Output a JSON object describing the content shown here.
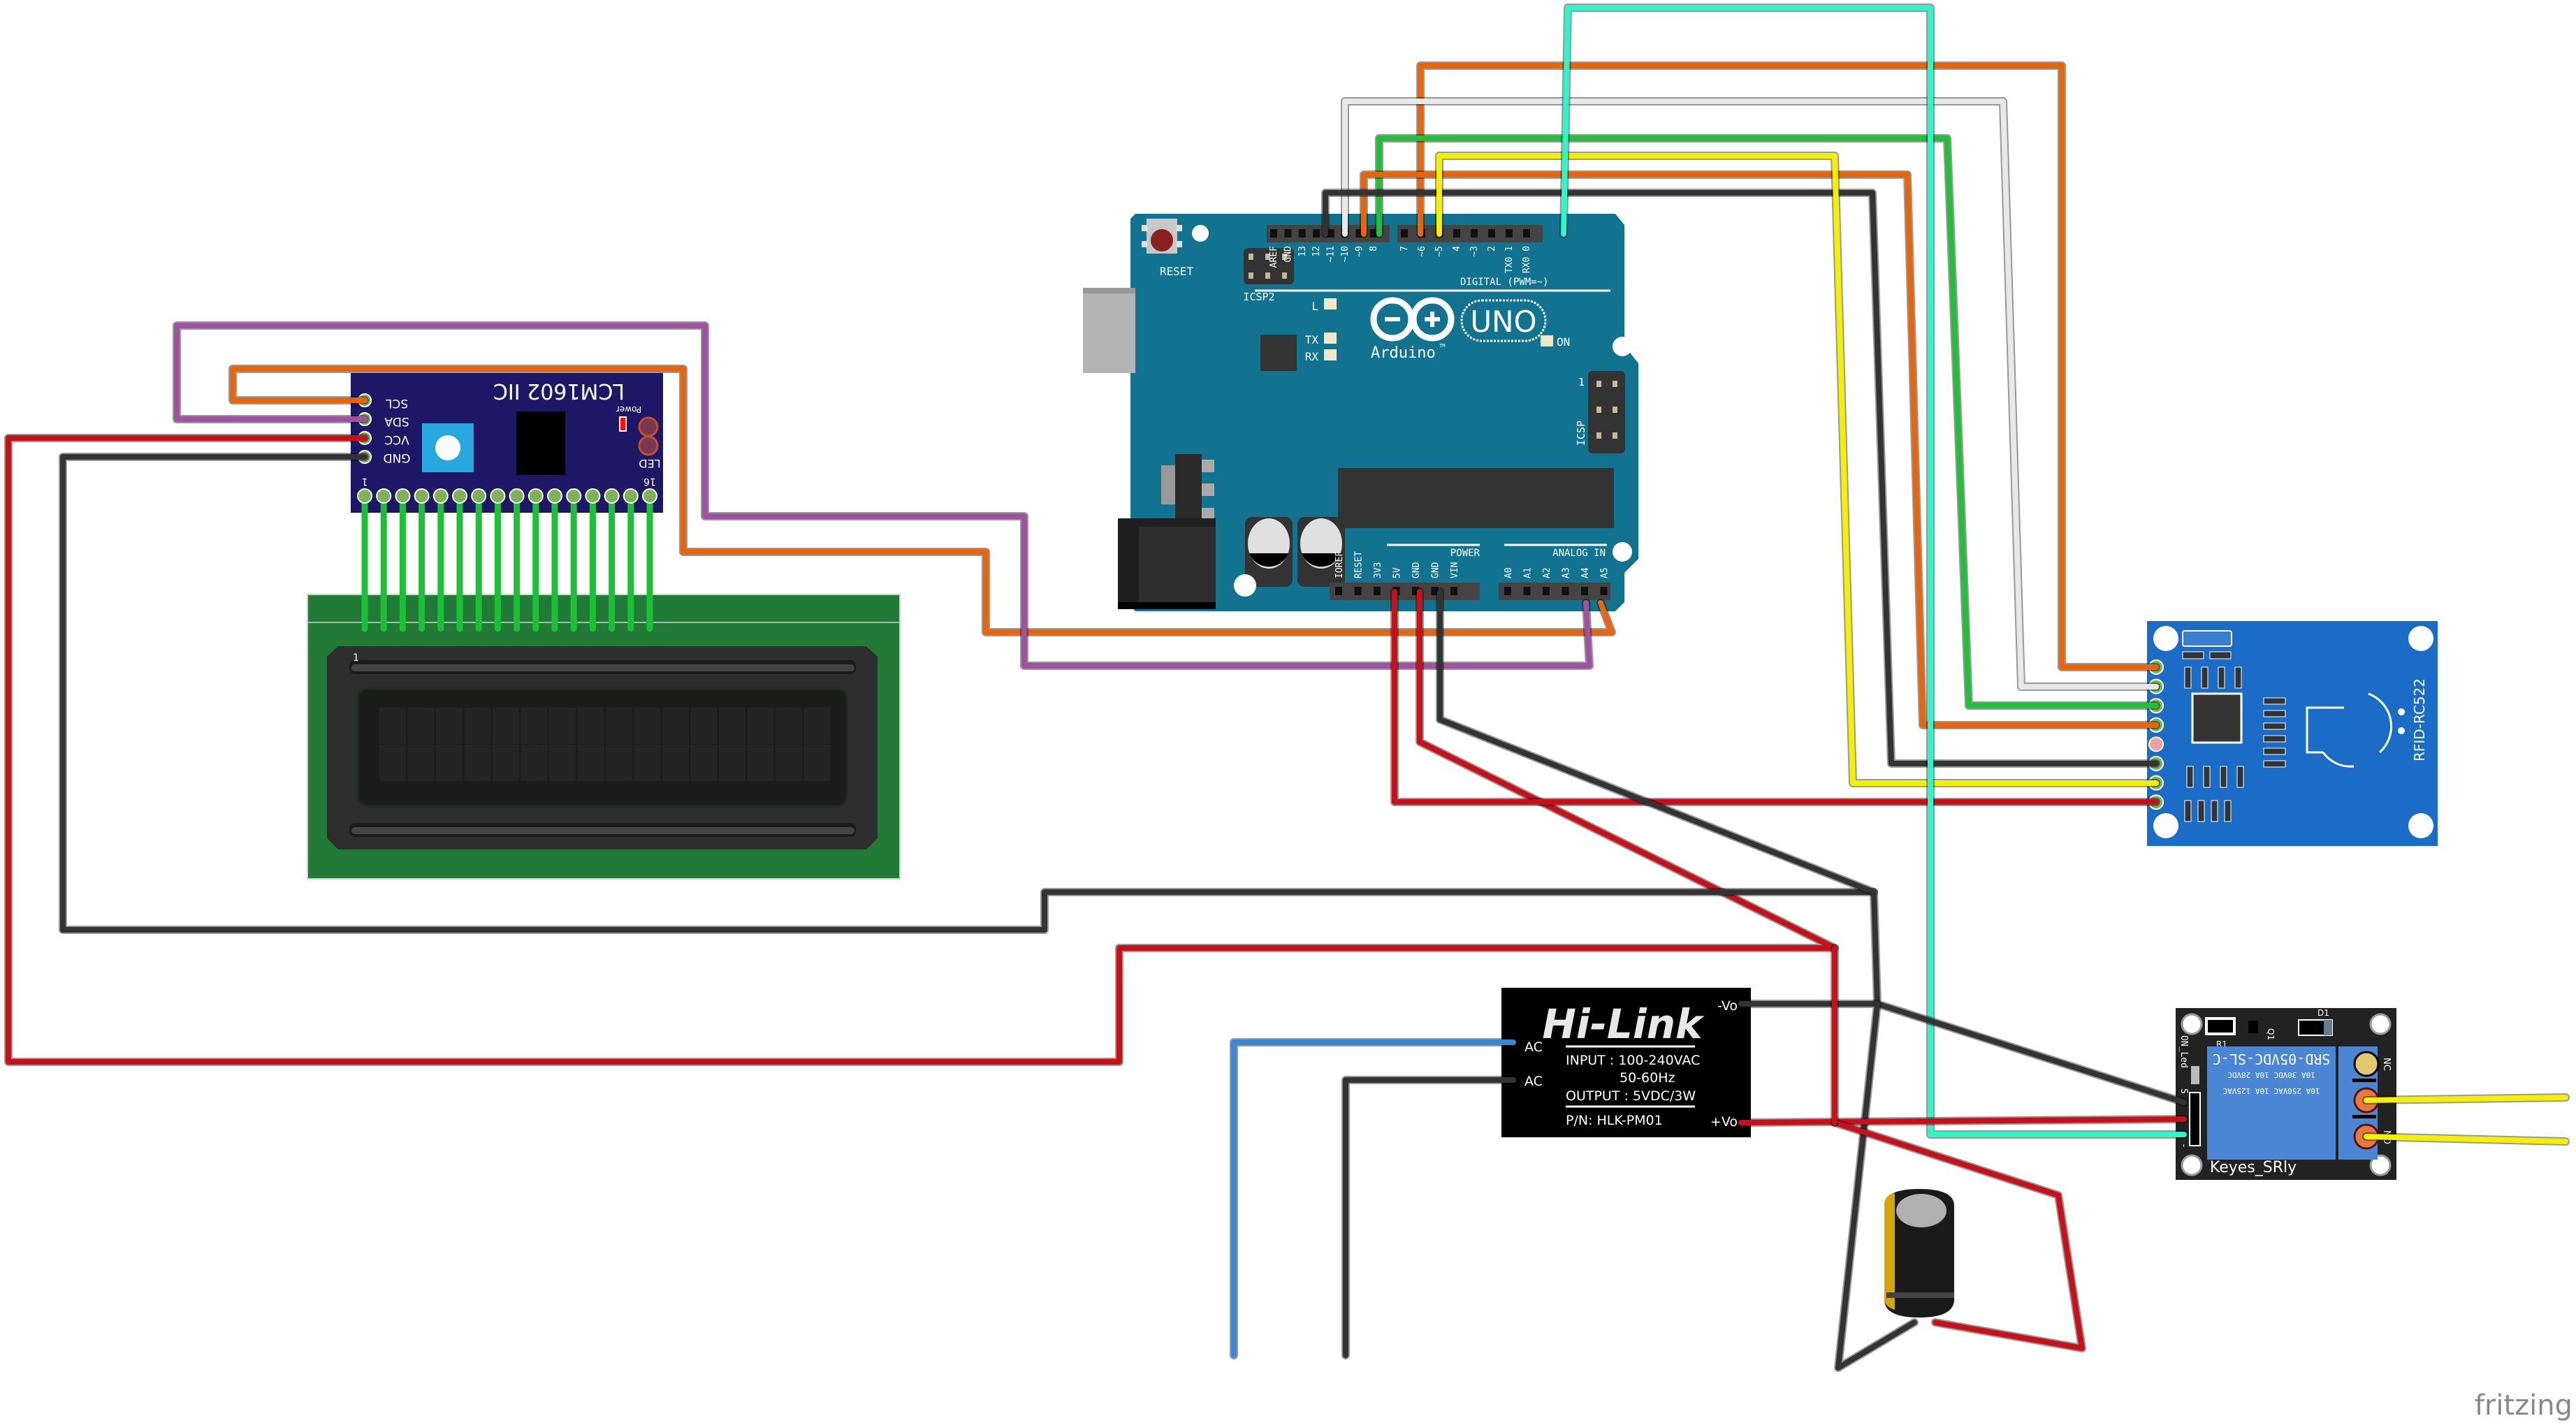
{
  "app": {
    "watermark": "fritzing"
  },
  "components": {
    "arduino": {
      "name": "Arduino UNO",
      "logo_text": "Arduino",
      "tm": "TM",
      "model": "UNO",
      "reset_label": "RESET",
      "icsp2_label": "ICSP2",
      "icsp_label": "ICSP",
      "icsp_pin1": "1",
      "led_labels": {
        "l": "L",
        "tx": "TX",
        "rx": "RX",
        "on": "ON"
      },
      "digital_label": "DIGITAL (PWM=~)",
      "digital_pins": [
        "AREF",
        "GND",
        "13",
        "12",
        "~11",
        "~10",
        "~9",
        "8",
        "7",
        "~6",
        "~5",
        "4",
        "~3",
        "2",
        "TX0 1",
        "RX0 0"
      ],
      "power_label": "POWER",
      "power_pins": [
        "IOREF",
        "RESET",
        "3V3",
        "5V",
        "GND",
        "GND",
        "VIN"
      ],
      "analog_label": "ANALOG IN",
      "analog_pins": [
        "A0",
        "A1",
        "A2",
        "A3",
        "A4",
        "A5"
      ]
    },
    "lcd_i2c": {
      "title": "LCM1602 IIC",
      "power_label": "Power",
      "led_label": "LED",
      "pins": [
        "SCL",
        "SDA",
        "VCC",
        "GND"
      ],
      "pin_first": "1",
      "pin_last": "16"
    },
    "lcd_display": {
      "rows": 2,
      "cols": 16,
      "pin1_label": "1"
    },
    "rfid": {
      "label": "RFID-RC522",
      "pin_count": 8
    },
    "hilink": {
      "brand": "Hi-Link",
      "input": "INPUT : 100-240VAC",
      "freq": "50-60Hz",
      "output": "OUTPUT : 5VDC/3W",
      "part": "P/N: HLK-PM01",
      "pins": {
        "ac1": "AC",
        "ac2": "AC",
        "vneg": "-Vo",
        "vpos": "+Vo"
      }
    },
    "relay": {
      "label": "Keyes_SRly",
      "relay_text1": "SRD-05VDC-SL-C",
      "relay_text2": "10A 30VDC 10A 28VDC",
      "relay_text3": "10A 250VAC 10A 125VAC",
      "labels": {
        "r1": "R1",
        "q1": "Q1",
        "d1": "D1",
        "on_led": "ON_Led",
        "s": "S",
        "minus": "-",
        "nc": "NC",
        "no": "NO"
      }
    },
    "capacitor": {
      "type": "electrolytic"
    }
  },
  "colors": {
    "arduino_board": "#11738F",
    "lcd_i2c_board": "#1E1766",
    "lcd_pcb": "#217A35",
    "rfid_board": "#1B6CC6",
    "relay_board": "#222222",
    "relay_body": "#4A86D4",
    "wire_red": "#C8101A",
    "wire_black": "#333333",
    "wire_orange": "#E8650B",
    "wire_purple": "#A052A0",
    "wire_green": "#22C03A",
    "wire_yellow": "#F5F000",
    "wire_white": "#E8E8E8",
    "wire_cyan": "#30F5C8",
    "wire_blue": "#3A86D8"
  }
}
